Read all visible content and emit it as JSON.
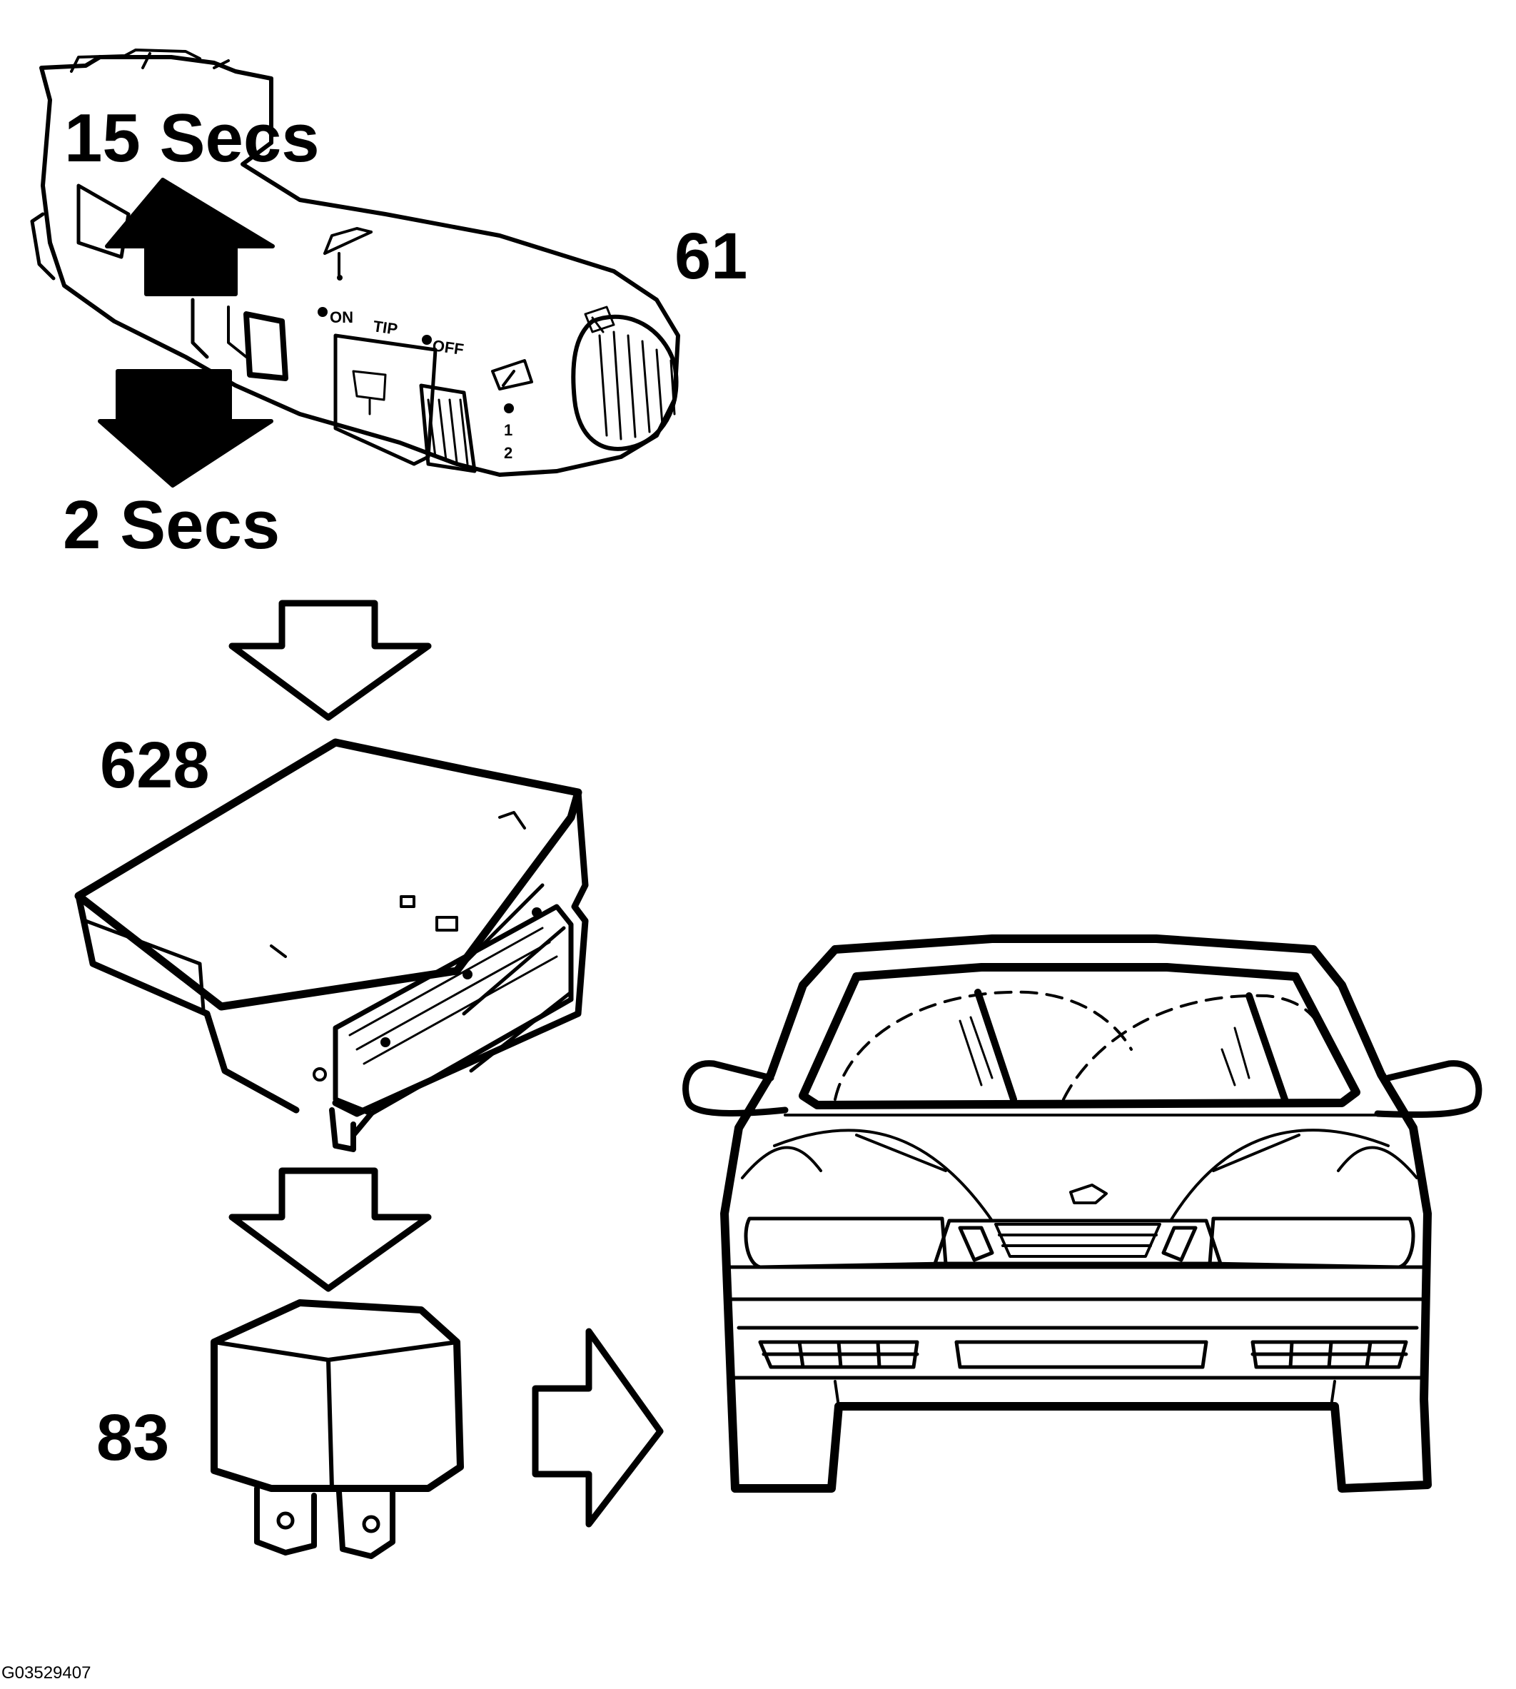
{
  "labels": {
    "up_time": "15 Secs",
    "down_time": "2 Secs",
    "switch_ref": "61",
    "module_ref": "628",
    "relay_ref": "83",
    "figure_code": "G03529407"
  },
  "switch_markings": {
    "on": "ON",
    "tip": "TIP",
    "off": "OFF",
    "speed_1": "1",
    "speed_2": "2"
  }
}
